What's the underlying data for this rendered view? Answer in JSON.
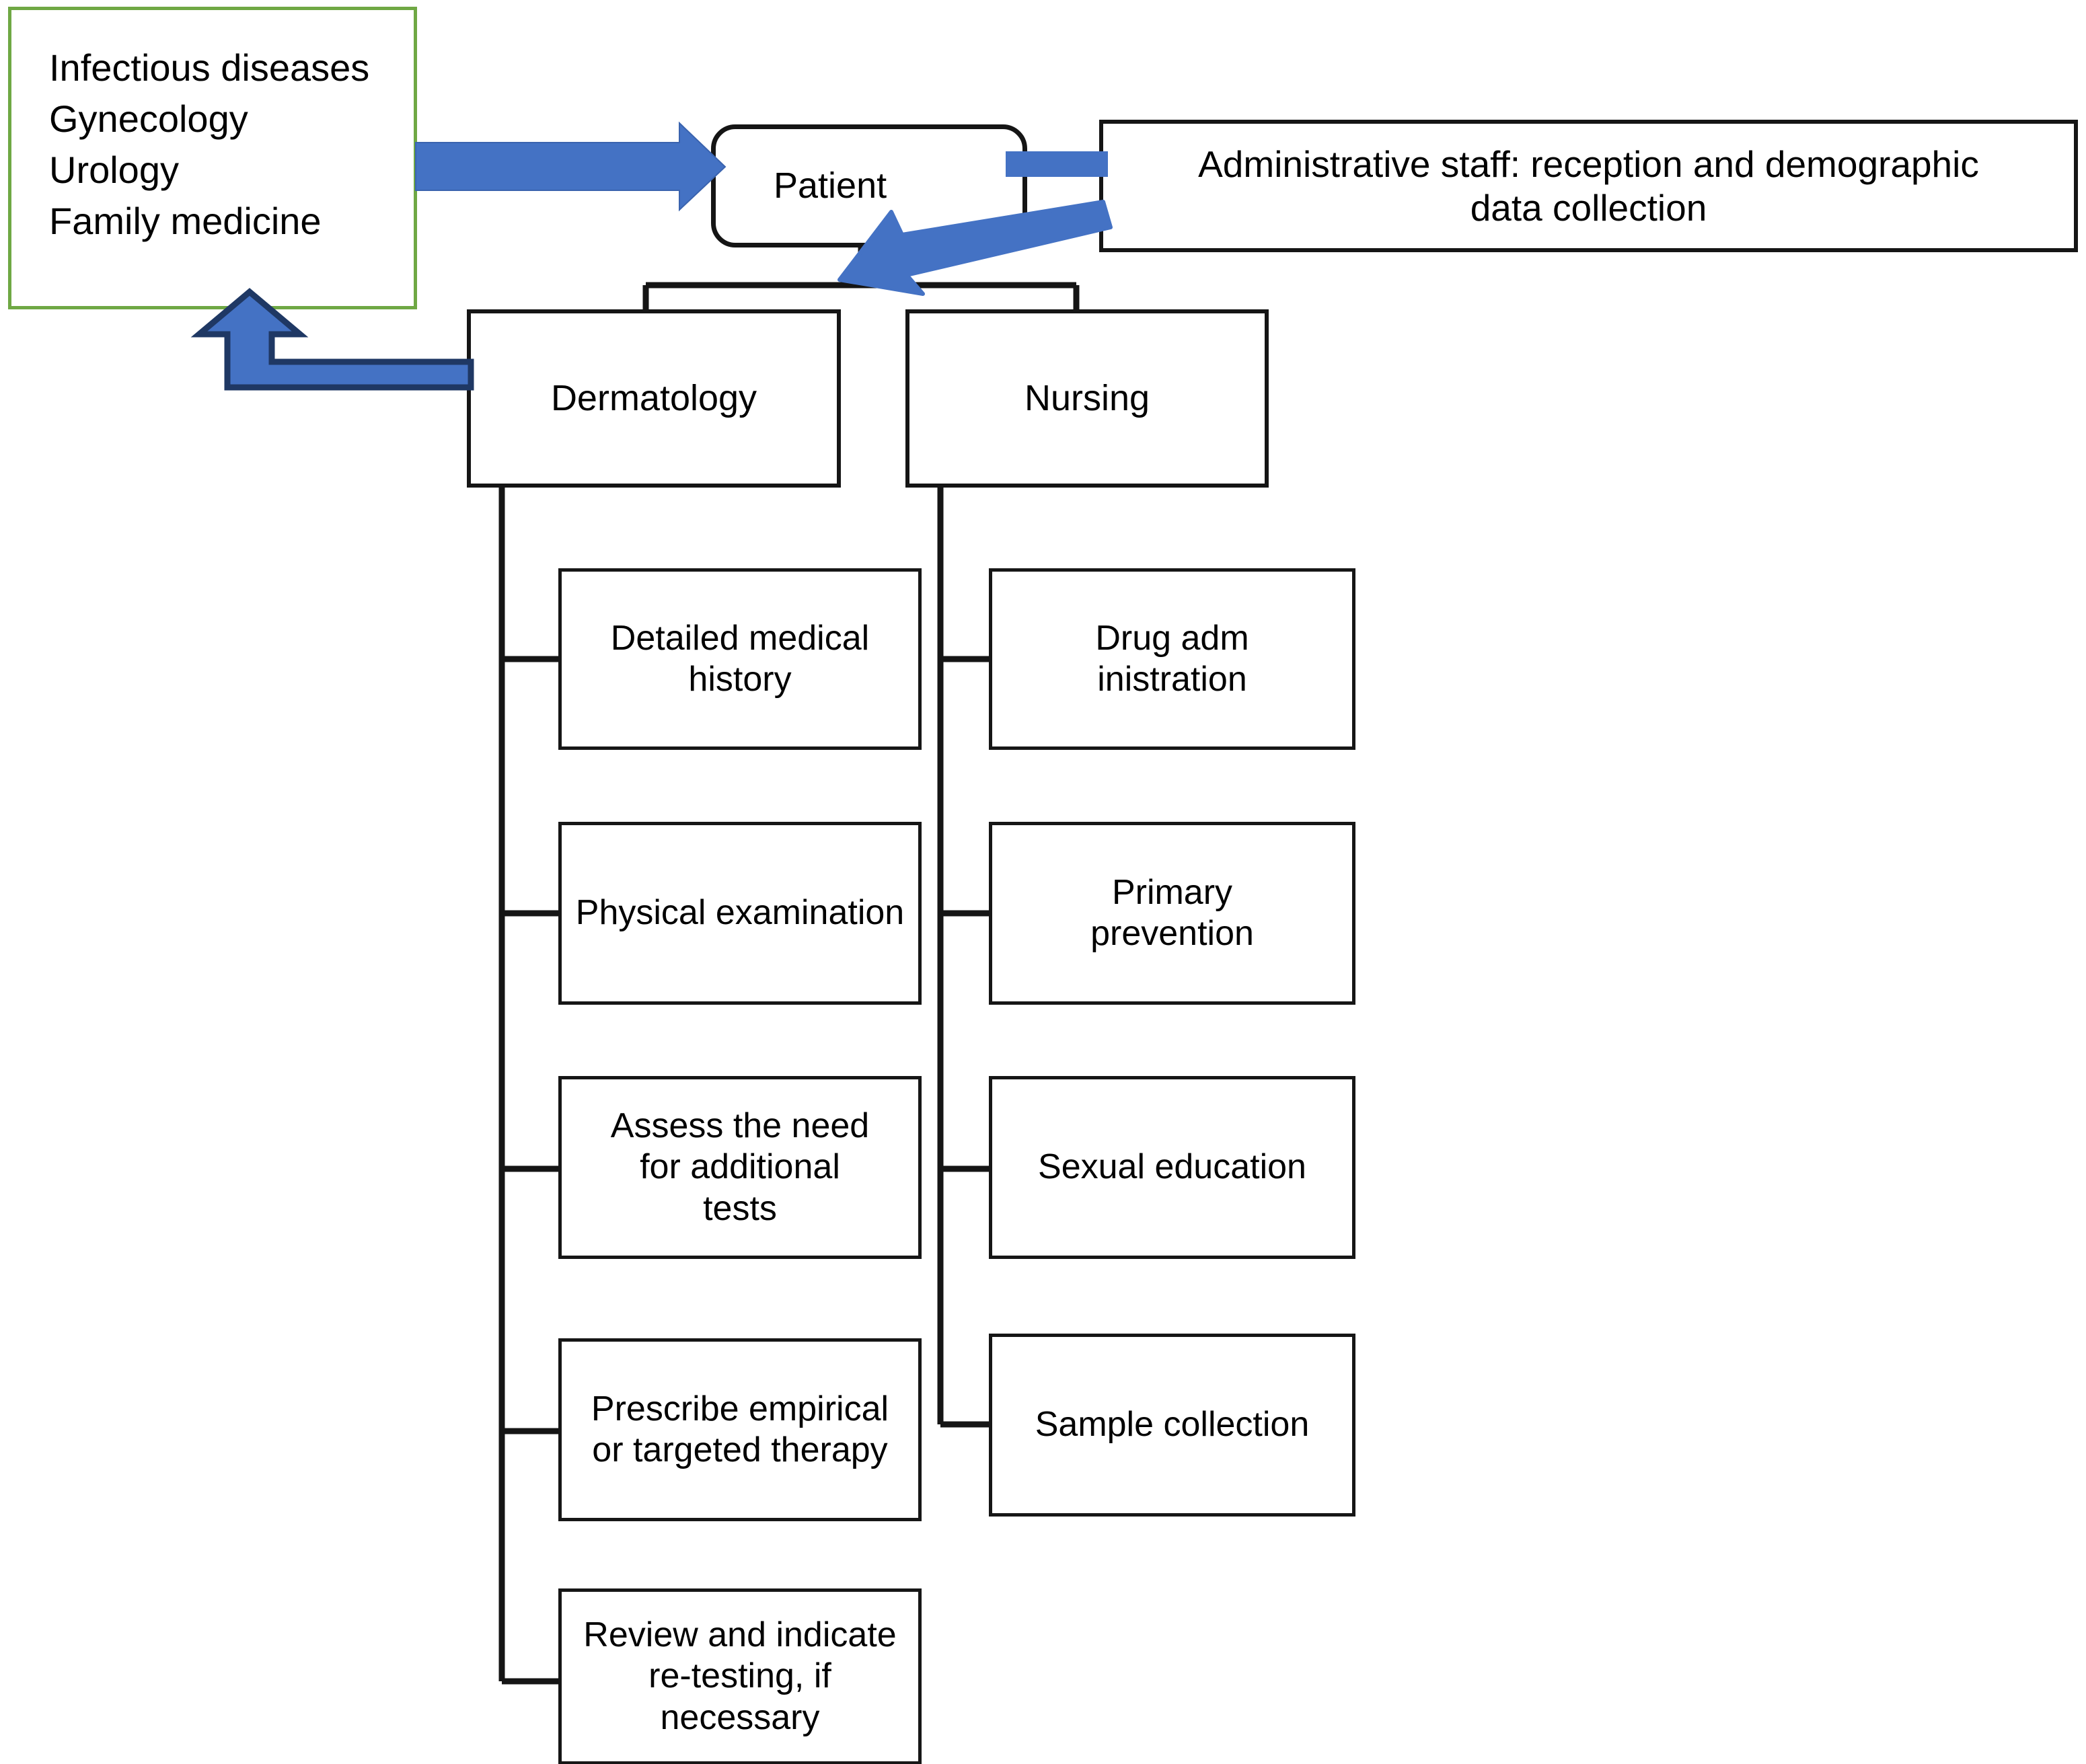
{
  "diagram": {
    "title": "Patient care pathway flowchart",
    "colors": {
      "green_border": "#6fa844",
      "arrow_blue": "#4472c4",
      "arrow_outline": "#1f3864",
      "node_border": "#151515",
      "background": "#ffffff",
      "text": "#000000"
    }
  },
  "nodes": {
    "specialties": {
      "label": "Infectious diseases\nGynecology\nUrology\nFamily medicine",
      "lines": [
        "Infectious diseases",
        "Gynecology",
        "Urology",
        "Family medicine"
      ]
    },
    "patient": {
      "label": "Patient"
    },
    "admin": {
      "label": "Administrative staff: reception and demographic\ndata collection"
    },
    "dermatology": {
      "label": "Dermatology"
    },
    "nursing": {
      "label": "Nursing"
    }
  },
  "dermatology_tasks": [
    {
      "label": "Detailed medical\nhistory"
    },
    {
      "label": "Physical examination"
    },
    {
      "label": "Assess the need\nfor additional\ntests"
    },
    {
      "label": "Prescribe empirical\nor targeted therapy"
    },
    {
      "label": "Review and indicate\nre-testing, if\nnecessary"
    }
  ],
  "nursing_tasks": [
    {
      "label": "Drug adm\ninistration"
    },
    {
      "label": "Primary\nprevention"
    },
    {
      "label": "Sexual education"
    },
    {
      "label": "Sample collection"
    }
  ],
  "connectors": [
    {
      "name": "specialties-to-patient",
      "type": "arrow",
      "style": "blue-thick-right"
    },
    {
      "name": "admin-to-patient-top",
      "type": "arrow",
      "style": "blue-bar-left"
    },
    {
      "name": "admin-to-patient-diagonal",
      "type": "arrow",
      "style": "blue-diagonal-left"
    },
    {
      "name": "dermatology-to-specialties",
      "type": "arrow",
      "style": "blue-elbow-up"
    },
    {
      "name": "patient-to-departments",
      "type": "line",
      "style": "black-tree"
    },
    {
      "name": "dermatology-task-spine",
      "type": "line",
      "style": "black-spine"
    },
    {
      "name": "nursing-task-spine",
      "type": "line",
      "style": "black-spine"
    }
  ]
}
